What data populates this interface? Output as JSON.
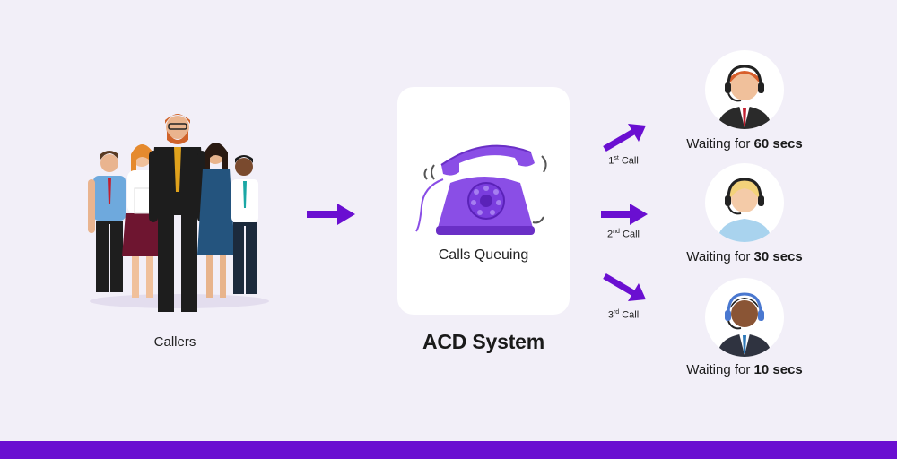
{
  "callers": {
    "label": "Callers"
  },
  "acd": {
    "title": "ACD System",
    "queue_label": "Calls Queuing"
  },
  "calls": [
    {
      "num": "1",
      "suffix": "st",
      "word": "Call"
    },
    {
      "num": "2",
      "suffix": "nd",
      "word": "Call"
    },
    {
      "num": "3",
      "suffix": "rd",
      "word": "Call"
    }
  ],
  "agents": [
    {
      "wait_prefix": "Waiting for ",
      "wait_value": "60 secs"
    },
    {
      "wait_prefix": "Waiting for ",
      "wait_value": "30 secs"
    },
    {
      "wait_prefix": "Waiting for ",
      "wait_value": "10 secs"
    }
  ],
  "colors": {
    "accent": "#6a0fd1",
    "phone": "#8a4ee6",
    "background": "#f2eff8"
  }
}
